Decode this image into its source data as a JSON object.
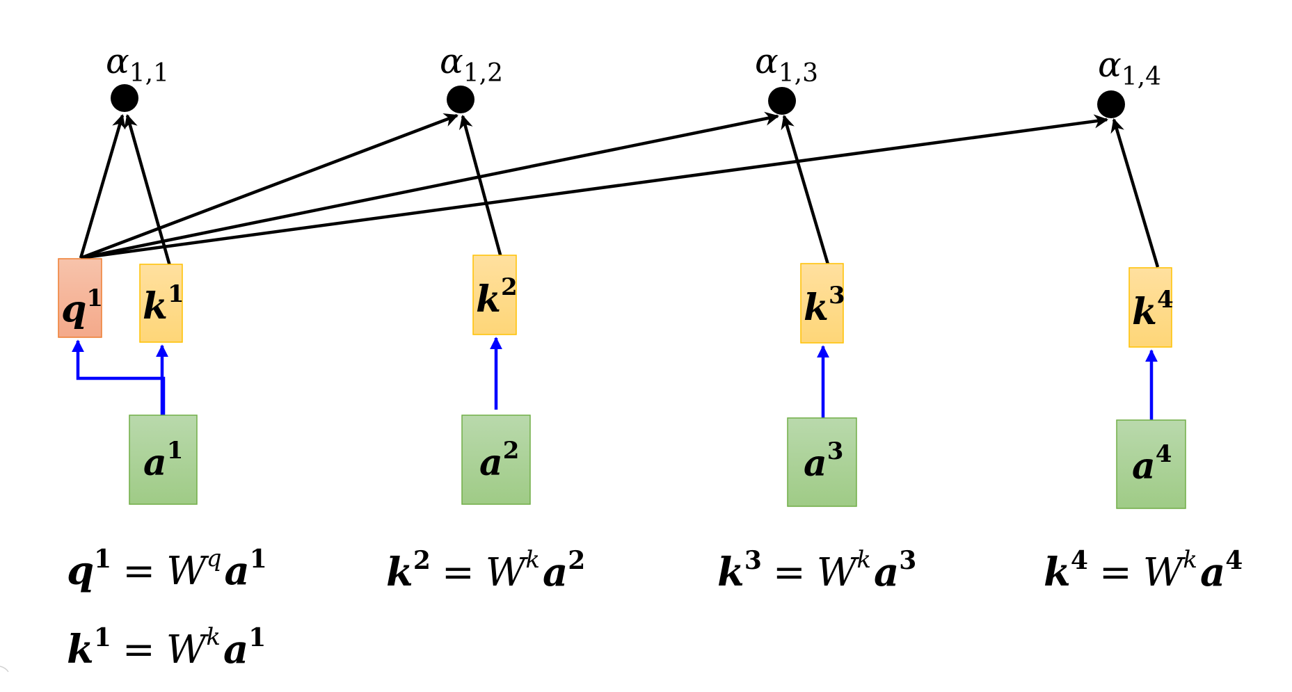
{
  "diagram": {
    "title": "Self-attention: query q1 scored against keys k1..k4",
    "colors": {
      "query_fill_top": "#F7C3AB",
      "query_fill_bottom": "#F4A98A",
      "query_border": "#ED7D31",
      "key_fill_top": "#FFE09F",
      "key_fill_bottom": "#FED678",
      "key_border": "#FFC000",
      "input_fill_top": "#B9D9AC",
      "input_fill_bottom": "#9FCB86",
      "input_border": "#70AD47",
      "projection_arrow": "#0000FF",
      "score_arrow": "#000000",
      "score_node": "#000000"
    },
    "score_nodes": [
      {
        "symbol": "α",
        "subscript": "1,1"
      },
      {
        "symbol": "α",
        "subscript": "1,2"
      },
      {
        "symbol": "α",
        "subscript": "1,3"
      },
      {
        "symbol": "α",
        "subscript": "1,4"
      }
    ],
    "query": {
      "symbol": "q",
      "sup": "1"
    },
    "keys": [
      {
        "symbol": "k",
        "sup": "1"
      },
      {
        "symbol": "k",
        "sup": "2"
      },
      {
        "symbol": "k",
        "sup": "3"
      },
      {
        "symbol": "k",
        "sup": "4"
      }
    ],
    "inputs": [
      {
        "symbol": "a",
        "sup": "1"
      },
      {
        "symbol": "a",
        "sup": "2"
      },
      {
        "symbol": "a",
        "sup": "3"
      },
      {
        "symbol": "a",
        "sup": "4"
      }
    ],
    "edges": [
      {
        "from": "q1",
        "to": "alpha_1_1"
      },
      {
        "from": "k1",
        "to": "alpha_1_1"
      },
      {
        "from": "q1",
        "to": "alpha_1_2"
      },
      {
        "from": "k2",
        "to": "alpha_1_2"
      },
      {
        "from": "q1",
        "to": "alpha_1_3"
      },
      {
        "from": "k3",
        "to": "alpha_1_3"
      },
      {
        "from": "q1",
        "to": "alpha_1_4"
      },
      {
        "from": "k4",
        "to": "alpha_1_4"
      },
      {
        "from": "a1",
        "to": "q1"
      },
      {
        "from": "a1",
        "to": "k1"
      },
      {
        "from": "a2",
        "to": "k2"
      },
      {
        "from": "a3",
        "to": "k3"
      },
      {
        "from": "a4",
        "to": "k4"
      }
    ],
    "equations": [
      {
        "lhs": "q",
        "lhs_sup": "1",
        "eq": "=",
        "w": "W",
        "w_sup": "q",
        "rhs": "a",
        "rhs_sup": "1"
      },
      {
        "lhs": "k",
        "lhs_sup": "1",
        "eq": "=",
        "w": "W",
        "w_sup": "k",
        "rhs": "a",
        "rhs_sup": "1"
      },
      {
        "lhs": "k",
        "lhs_sup": "2",
        "eq": "=",
        "w": "W",
        "w_sup": "k",
        "rhs": "a",
        "rhs_sup": "2"
      },
      {
        "lhs": "k",
        "lhs_sup": "3",
        "eq": "=",
        "w": "W",
        "w_sup": "k",
        "rhs": "a",
        "rhs_sup": "3"
      },
      {
        "lhs": "k",
        "lhs_sup": "4",
        "eq": "=",
        "w": "W",
        "w_sup": "k",
        "rhs": "a",
        "rhs_sup": "4"
      }
    ]
  }
}
